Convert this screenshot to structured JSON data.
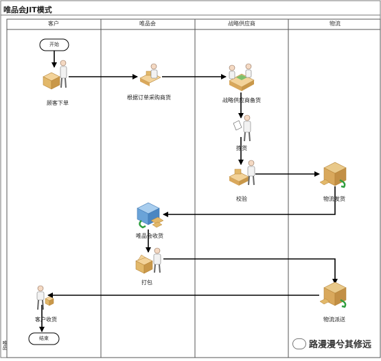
{
  "diagram": {
    "title": "唯品会JIT模式",
    "pool_label": "唯品",
    "lanes": [
      {
        "id": "customer",
        "label": "客户"
      },
      {
        "id": "vip",
        "label": "唯品会"
      },
      {
        "id": "supplier",
        "label": "战略供应商"
      },
      {
        "id": "logistics",
        "label": "物流"
      }
    ],
    "start_label": "开始",
    "end_label": "结束",
    "nodes": {
      "order": "顾客下单",
      "purchase": "根据订单采购商货",
      "prepare": "战略供应商备货",
      "pick": "拣货",
      "check": "校验",
      "ship": "物流发货",
      "receive": "唯品会收货",
      "pack": "打包",
      "deliver": "物流派送",
      "customer_receive": "客户收货"
    }
  },
  "watermark": {
    "text": "路漫漫兮其修远",
    "icon": "wechat-icon"
  },
  "colors": {
    "line": "#000000",
    "lane_border": "#555555",
    "box": "#e2b86a",
    "box_dark": "#b58337",
    "truck_blue": "#6aa3d8",
    "green_arrow": "#2e9e3e"
  }
}
